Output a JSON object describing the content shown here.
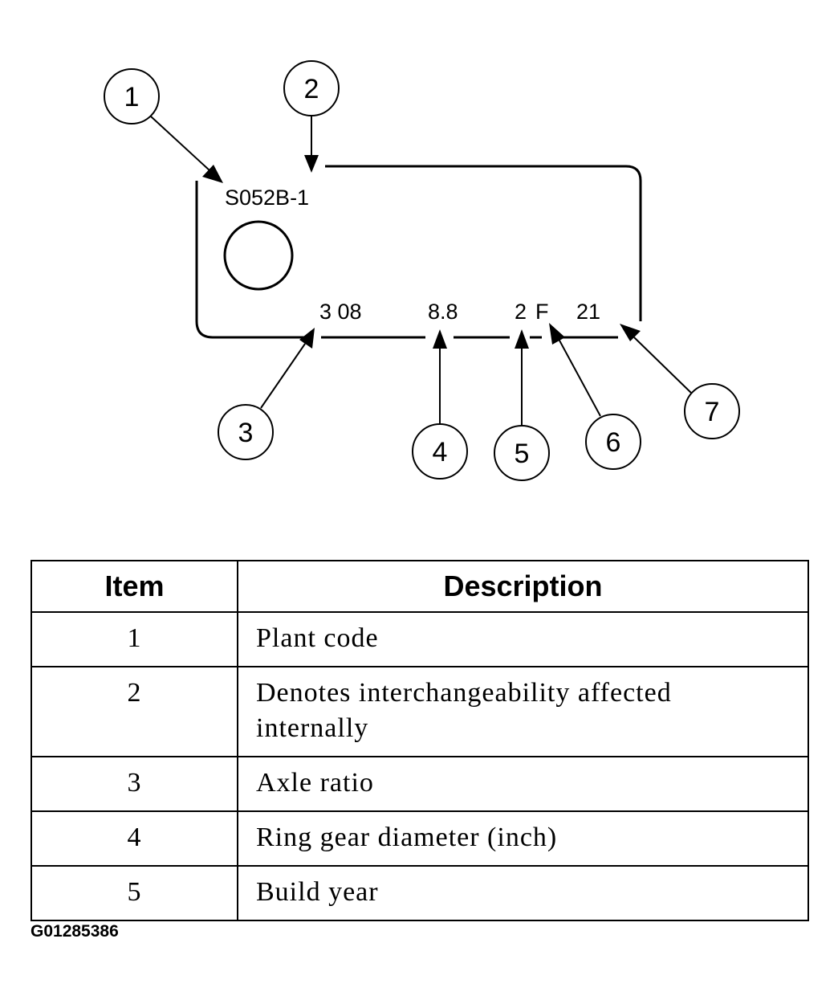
{
  "tag": {
    "plant_code_text": "S052B-1",
    "ratio_text": "3 08",
    "diameter_text": "8.8",
    "year_text": "2",
    "month_text": "F",
    "day_text": "21"
  },
  "callouts": [
    "1",
    "2",
    "3",
    "4",
    "5",
    "6",
    "7"
  ],
  "table": {
    "headers": {
      "item": "Item",
      "description": "Description"
    },
    "rows": [
      {
        "item": "1",
        "description": "Plant code"
      },
      {
        "item": "2",
        "description": "Denotes interchangeability affected internally"
      },
      {
        "item": "3",
        "description": "Axle ratio"
      },
      {
        "item": "4",
        "description": "Ring gear diameter (inch)"
      },
      {
        "item": "5",
        "description": "Build year"
      }
    ]
  },
  "figure_id": "G01285386"
}
